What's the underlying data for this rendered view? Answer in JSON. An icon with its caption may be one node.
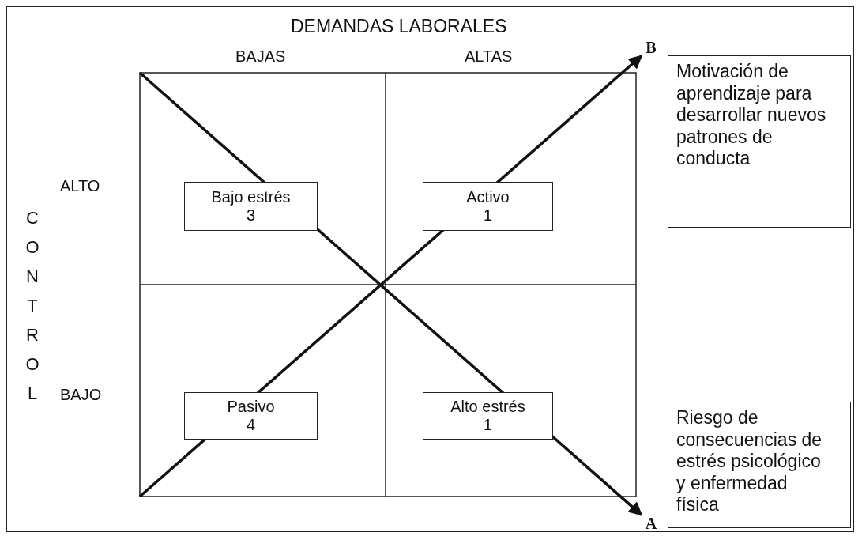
{
  "diagram": {
    "nodes": [
      {
        "text": [
          "B"
        ]
      },
      {
        "text": [
          "Motivación de aprendizaje para desarrollar nuevos patrones de conducta"
        ]
      },
      {
        "text": [
          "Bajo estrés",
          "3"
        ]
      },
      {
        "text": [
          "Activo",
          "1"
        ]
      },
      {
        "text": [
          "Pasivo",
          "4"
        ]
      },
      {
        "text": [
          "Alto estrés",
          "1"
        ]
      },
      {
        "text": [
          "Riesgo de consecuencias de estrés psicológico y enfermedad física"
        ]
      },
      {
        "text": [
          "A"
        ]
      }
    ],
    "edges": [
      {
        "from": null,
        "to": 0,
        "arrow": "to"
      },
      {
        "from": null,
        "to": 7,
        "arrow": "to"
      }
    ],
    "labels": [
      "DEMANDAS LABORALES",
      "BAJAS",
      "ALTAS",
      "ALTO",
      "CONTROL",
      "BAJO"
    ]
  }
}
